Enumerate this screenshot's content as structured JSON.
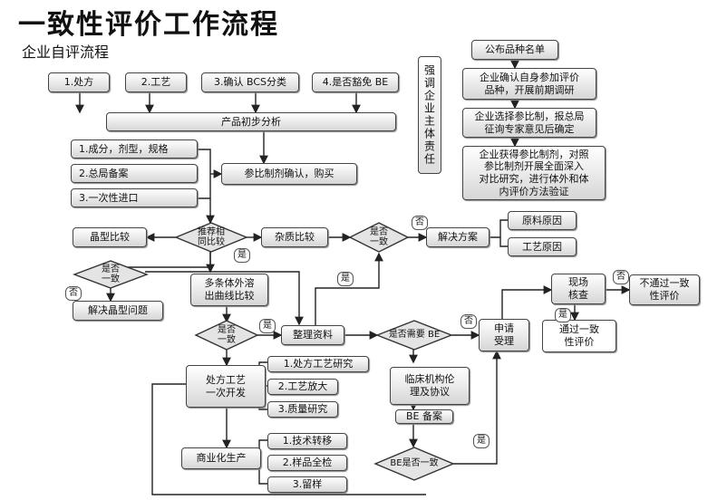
{
  "title": "一致性评价工作流程",
  "subtitle": "企业自评流程",
  "side_note": "强调企业主体责任",
  "nodes": {
    "rx": "1.处方",
    "craft": "2.工艺",
    "bcs": "3.确认 BCS分类",
    "be_exempt": "4.是否豁免 BE",
    "initial_analysis": "产品初步分析",
    "comp": "1.成分，剂型，规格",
    "filing": "2.总局备案",
    "import": "3.一次性进口",
    "ref_confirm": "参比制剂确认，购买",
    "recommend": "推荐相\n同比较",
    "crystal": "晶型比较",
    "impurity": "杂质比较",
    "yes_q1": "是否\n一致",
    "solution": "解决方案",
    "raw_cause": "原料原因",
    "craft_cause": "工艺原因",
    "yes_q2": "是否\n一致",
    "solve_crystal": "解决晶型问题",
    "dissolution": "多条体外溶\n出曲线比较",
    "yes_q3": "是否\n一致",
    "organize": "整理资料",
    "need_be": "是否需要 BE",
    "apply": "申请\n受理",
    "inspection": "现场\n核查",
    "fail": "不通过一致\n性评价",
    "pass": "通过一致\n性评价",
    "rx_dev": "处方工艺\n一次开发",
    "rx_study": "1.处方工艺研究",
    "scale_up": "2.工艺放大",
    "quality": "3.质量研究",
    "clinical": "临床机构伦\n理及协议",
    "be_record": "BE 备案",
    "be_q": "BE是否一致",
    "commercial": "商业化生产",
    "tech_transfer": "1.技术转移",
    "sample_test": "2.样品全检",
    "retain": "3.留样",
    "publish": "公布品种名单",
    "confirm_ref": "企业确认自身参加评价\n品种，开展前期调研",
    "choose_ref": "企业选择参比制，报总局\n征询专家意见后确定",
    "obtain_ref": "企业获得参比制剂，对照\n参比制剂开展全面深入\n对比研究，进行体外和体\n内评价方法验证"
  },
  "labels": {
    "yes": "是",
    "no": "否"
  }
}
